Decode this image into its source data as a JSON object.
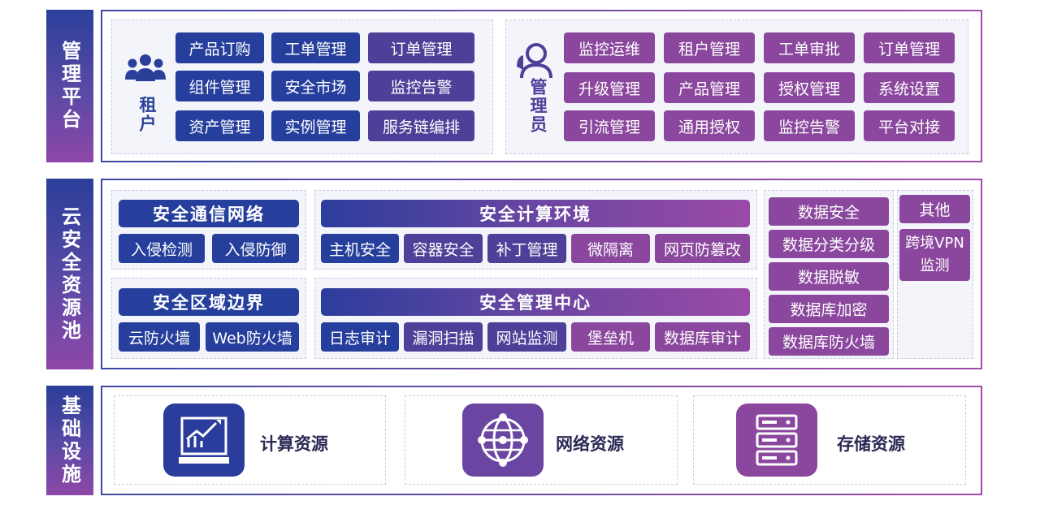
{
  "sections": {
    "management": "管理平台",
    "cloud_security": "云安全资源池",
    "infrastructure": "基础设施"
  },
  "tenant": {
    "label": "租户",
    "icon": "group-users-icon",
    "buttons": [
      "产品订购",
      "工单管理",
      "订单管理",
      "组件管理",
      "安全市场",
      "监控告警",
      "资产管理",
      "实例管理",
      "服务链编排"
    ]
  },
  "admin": {
    "label": "管理员",
    "icon": "admin-user-icon",
    "buttons": [
      "监控运维",
      "租户管理",
      "工单审批",
      "订单管理",
      "升级管理",
      "产品管理",
      "授权管理",
      "系统设置",
      "引流管理",
      "通用授权",
      "监控告警",
      "平台对接"
    ]
  },
  "secure_comm": {
    "title": "安全通信网络",
    "items": [
      "入侵检测",
      "入侵防御"
    ]
  },
  "secure_boundary": {
    "title": "安全区域边界",
    "items": [
      "云防火墙",
      "Web防火墙"
    ]
  },
  "secure_compute": {
    "title": "安全计算环境",
    "items": [
      "主机安全",
      "容器安全",
      "补丁管理",
      "微隔离",
      "网页防篡改"
    ]
  },
  "secure_mgmt": {
    "title": "安全管理中心",
    "items": [
      "日志审计",
      "漏洞扫描",
      "网站监测",
      "堡垒机",
      "数据库审计"
    ]
  },
  "data_security": [
    "数据安全",
    "数据分类分级",
    "数据脱敏",
    "数据库加密",
    "数据库防火墙"
  ],
  "others": {
    "title": "其他",
    "items": [
      "跨境VPN",
      "监测"
    ]
  },
  "resources": [
    {
      "label": "计算资源",
      "icon": "compute-chart-icon",
      "color": "#2b3d9c"
    },
    {
      "label": "网络资源",
      "icon": "network-globe-icon",
      "color": "#6a46a2"
    },
    {
      "label": "存储资源",
      "icon": "storage-server-icon",
      "color": "#8a479d"
    }
  ]
}
